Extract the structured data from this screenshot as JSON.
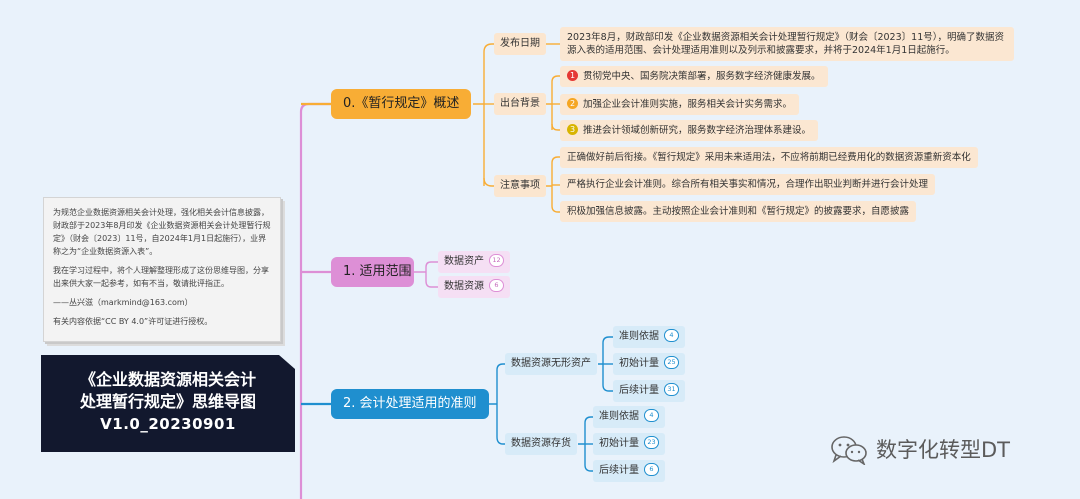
{
  "title": {
    "line1": "《企业数据资源相关会计",
    "line2": "处理暂行规定》思维导图",
    "version": "V1.0_20230901"
  },
  "note": {
    "p1": "为规范企业数据资源相关会计处理，强化相关会计信息披露，财政部于2023年8月印发《企业数据资源相关会计处理暂行规定》（财会〔2023〕11号，自2024年1月1日起施行），业界称之为“企业数据资源入表”。",
    "p2": "我在学习过程中，将个人理解整理形成了这份思维导图，分享出来供大家一起参考，如有不当，敬请批评指正。",
    "p3": "——丛兴滋（markmind@163.com）",
    "p4": "有关内容依据“CC BY 4.0”许可证进行授权。"
  },
  "topics": {
    "t0": {
      "label": "0.《暂行规定》概述",
      "publish": {
        "label": "发布日期",
        "text": "2023年8月，财政部印发《企业数据资源相关会计处理暂行规定》（财会〔2023〕11号），明确了数据资源入表的适用范围、会计处理适用准则以及列示和披露要求，并将于2024年1月1日起施行。"
      },
      "background": {
        "label": "出台背景",
        "items": [
          {
            "n": "1",
            "text": "贯彻党中央、国务院决策部署，服务数字经济健康发展。"
          },
          {
            "n": "2",
            "text": "加强企业会计准则实施，服务相关会计实务需求。"
          },
          {
            "n": "3",
            "text": "推进会计领域创新研究，服务数字经济治理体系建设。"
          }
        ]
      },
      "notes": {
        "label": "注意事项",
        "items": [
          "正确做好前后衔接。《暂行规定》采用未来适用法，不应将前期已经费用化的数据资源重新资本化",
          "严格执行企业会计准则。综合所有相关事实和情况，合理作出职业判断并进行会计处理",
          "积极加强信息披露。主动按照企业会计准则和《暂行规定》的披露要求，自愿披露"
        ]
      }
    },
    "t1": {
      "label": "1. 适用范围",
      "items": [
        {
          "label": "数据资产",
          "count": "12"
        },
        {
          "label": "数据资源",
          "count": "6"
        }
      ]
    },
    "t2": {
      "label": "2. 会计处理适用的准则",
      "intangible": {
        "label": "数据资源无形资产",
        "items": [
          {
            "label": "准则依据",
            "count": "4"
          },
          {
            "label": "初始计量",
            "count": "25"
          },
          {
            "label": "后续计量",
            "count": "31"
          }
        ]
      },
      "inventory": {
        "label": "数据资源存货",
        "items": [
          {
            "label": "准则依据",
            "count": "4"
          },
          {
            "label": "初始计量",
            "count": "23"
          },
          {
            "label": "后续计量",
            "count": "6"
          }
        ]
      }
    }
  },
  "watermark": {
    "text": "数字化转型DT",
    "icon": "wechat-icon"
  },
  "colors": {
    "background": "#e9f2fb",
    "orange": "#f8ad35",
    "pink": "#dd8fd6",
    "blue": "#1f8fcf",
    "title_bg": "#12182e",
    "num1": "#e53935",
    "num2": "#f5a623",
    "num3": "#d8b400"
  }
}
